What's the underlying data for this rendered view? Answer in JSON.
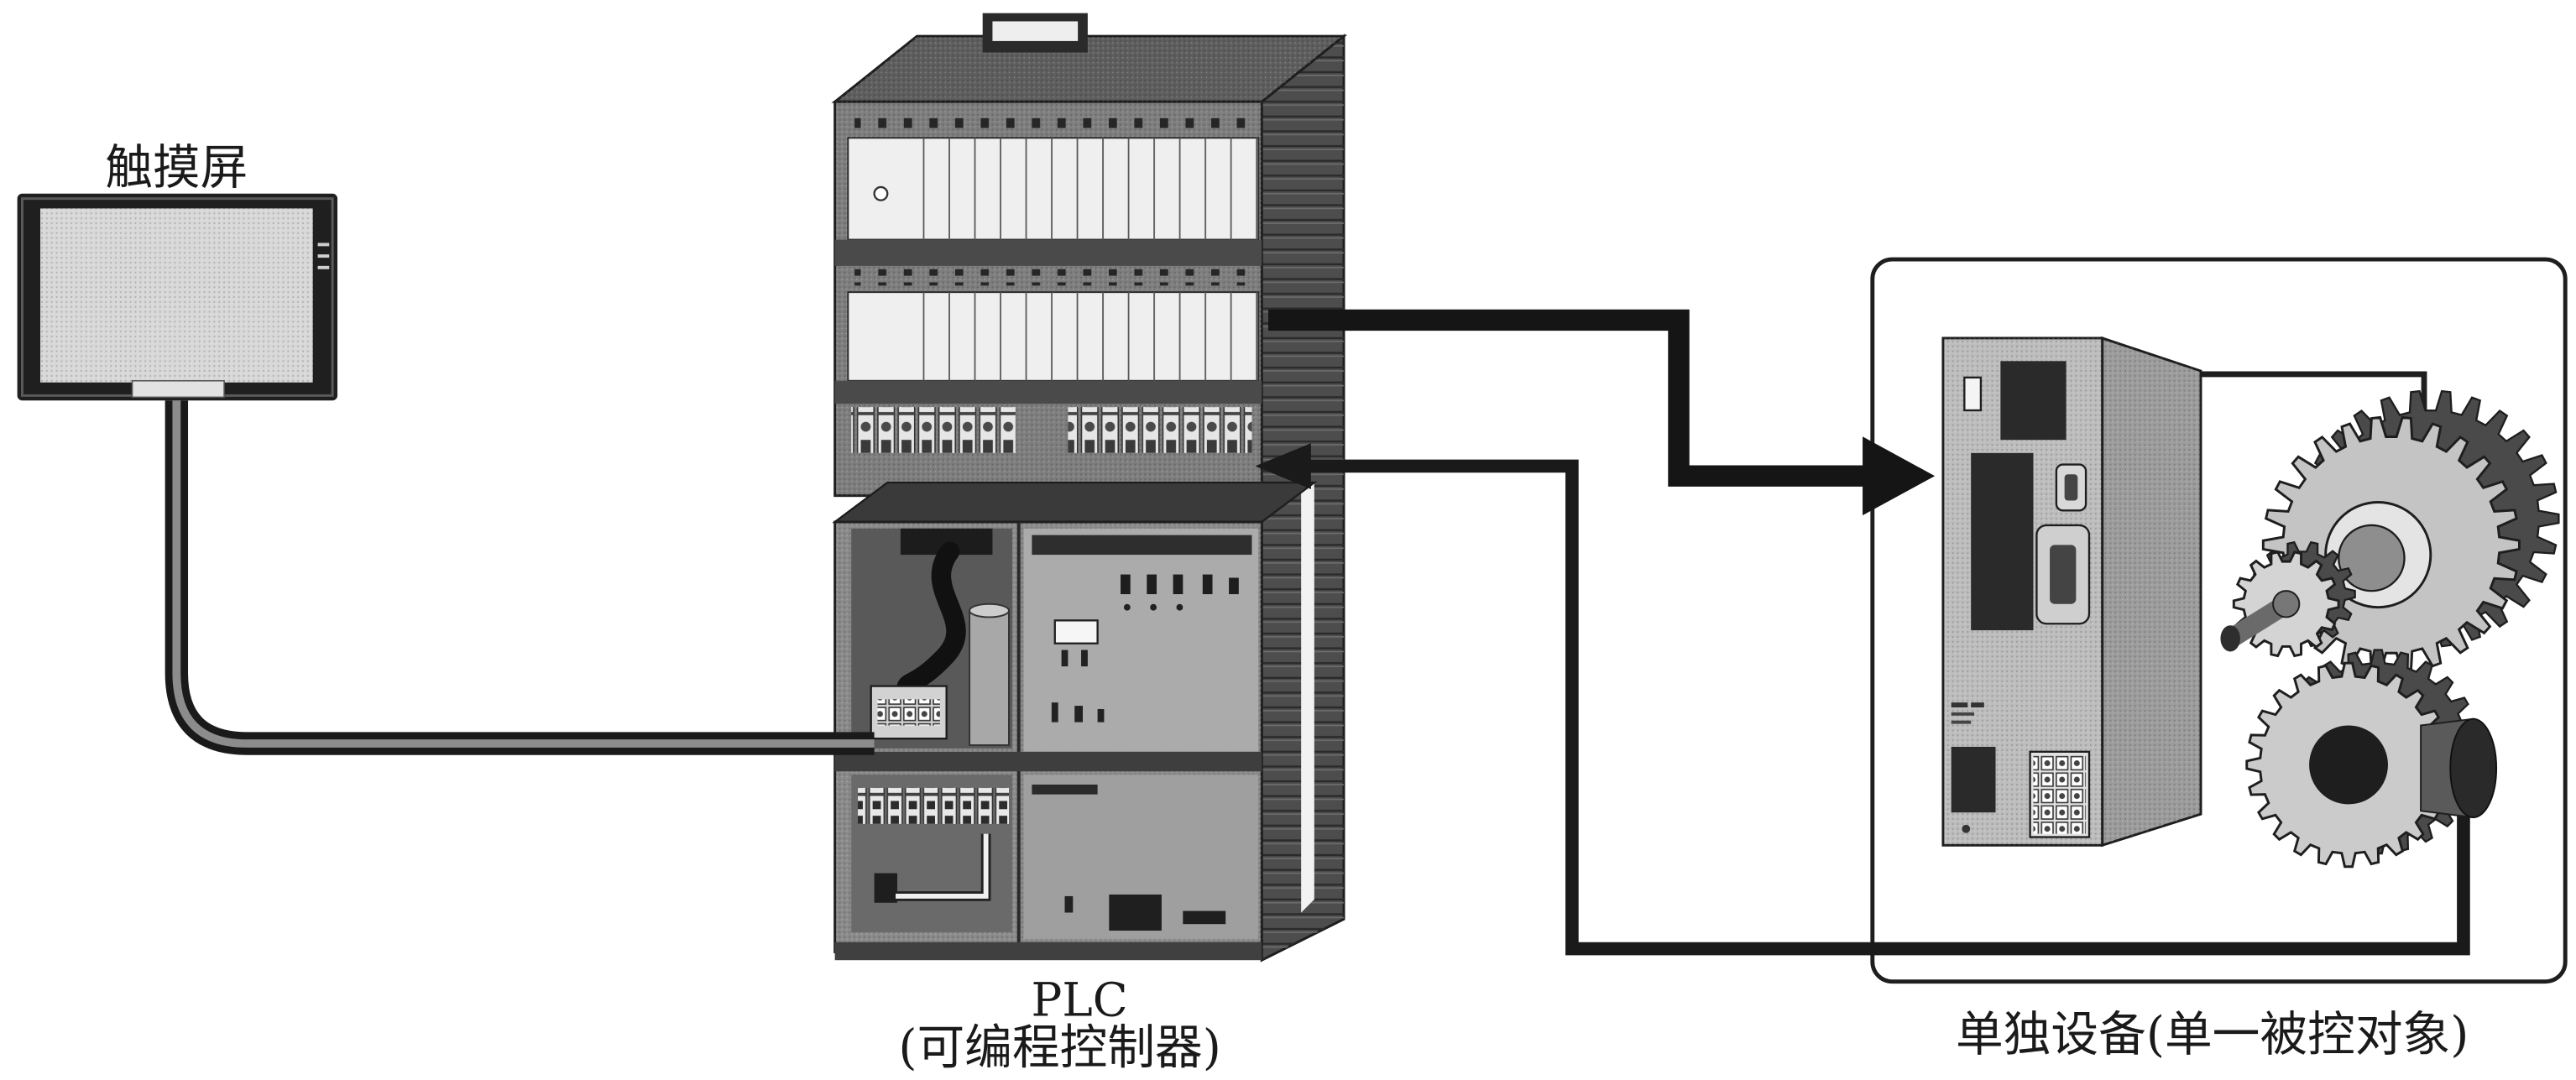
{
  "labels": {
    "touchscreen": "触摸屏",
    "plc": "PLC",
    "plc_full": "(可编程控制器)",
    "device": "单独设备(单一被控对象)"
  }
}
